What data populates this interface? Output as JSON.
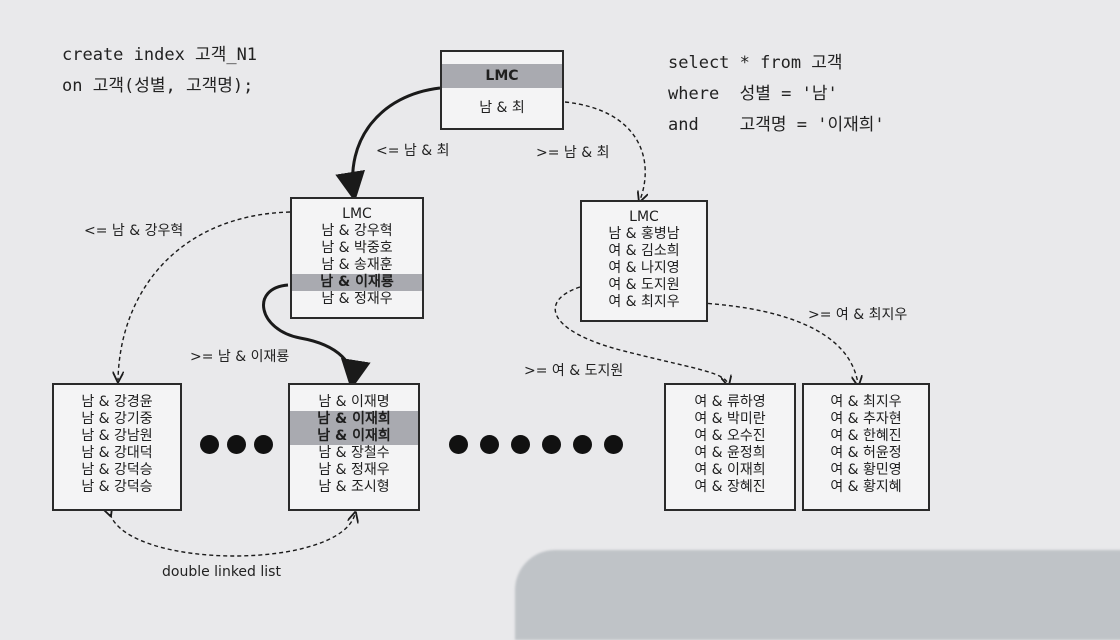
{
  "create_index": {
    "line1": "create index 고객_N1",
    "line2": "on 고객(성별, 고객명);"
  },
  "select_query": {
    "line1": "select * from 고객",
    "line2": "where  성별 = '남'",
    "line3": "and    고객명 = '이재희'"
  },
  "root": {
    "header": "LMC",
    "value": "남 & 최"
  },
  "branch_left": {
    "rows": [
      "LMC",
      "남 & 강우혁",
      "남 & 박중호",
      "남 & 송재훈",
      "남 & 이재룡",
      "남 & 정재우"
    ]
  },
  "branch_right": {
    "rows": [
      "LMC",
      "남 & 홍병남",
      "여 & 김소희",
      "여 & 나지영",
      "여 & 도지원",
      "여 & 최지우"
    ]
  },
  "leaf1": {
    "rows": [
      "남 & 강경윤",
      "남 & 강기중",
      "남 & 강남원",
      "남 & 강대덕",
      "남 & 강덕승",
      "남 & 강덕승"
    ]
  },
  "leaf2": {
    "rows": [
      "남 & 이재명",
      "남 & 이재희",
      "남 & 이재희",
      "남 & 장철수",
      "남 & 정재우",
      "남 & 조시형"
    ]
  },
  "leaf3": {
    "rows": [
      "여 & 류하영",
      "여 & 박미란",
      "여 & 오수진",
      "여 & 윤정희",
      "여 & 이재희",
      "여 & 장혜진"
    ]
  },
  "leaf4": {
    "rows": [
      "여 & 최지우",
      "여 & 추자현",
      "여 & 한혜진",
      "여 & 허윤정",
      "여 & 황민영",
      "여 & 황지혜"
    ]
  },
  "labels": {
    "root_left": "<= 남 & 최",
    "root_right": ">= 남 & 최",
    "branch_left_first": "<= 남 & 강우혁",
    "branch_left_fourth": ">= 남 & 이재룡",
    "branch_right_fourth": ">= 여 & 도지원",
    "branch_right_fifth": ">= 여 & 최지우",
    "double_linked": "double linked list"
  },
  "colors": {
    "highlight": "#a9aab0",
    "line": "#1a1a1a"
  }
}
